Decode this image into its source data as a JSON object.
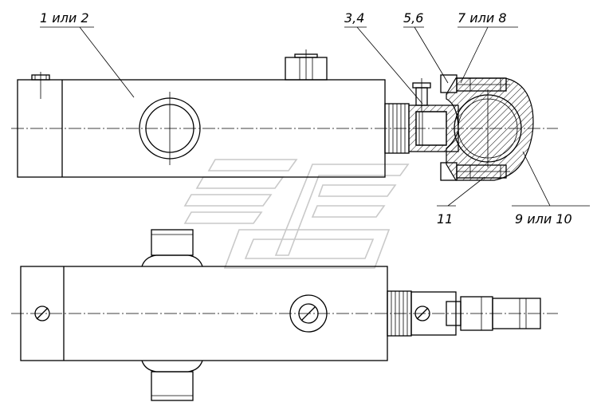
{
  "labels": {
    "part_1_2": "1 или 2",
    "part_3_4": "3,4",
    "part_5_6": "5,6",
    "part_7_8": "7 или 8",
    "part_11": "11",
    "part_9_10": "9 или 10"
  }
}
